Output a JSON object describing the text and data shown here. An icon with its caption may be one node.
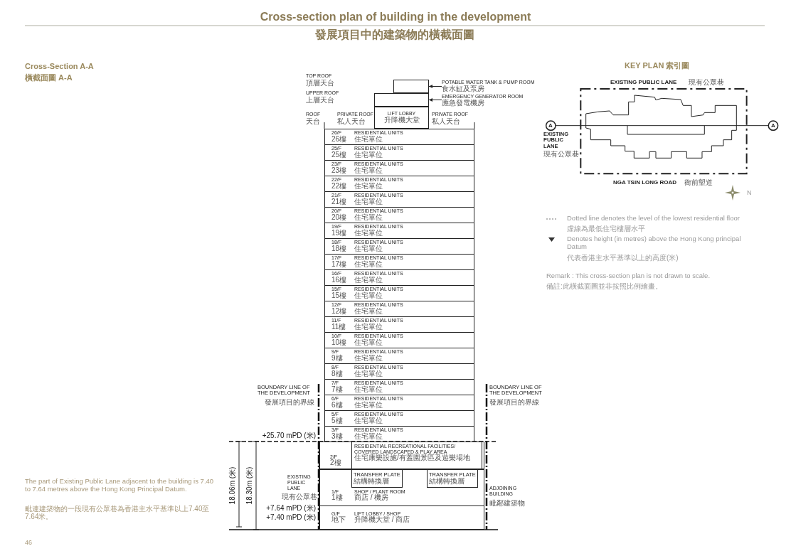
{
  "diagram": {
    "title": "Cross-section plan of building in the development",
    "nodes": [
      {
        "text": [],
        "shape": "box"
      },
      {
        "text": [],
        "shape": "box"
      },
      {
        "text": [
          "LIFT LOBBY",
          "升降機大堂"
        ]
      },
      {
        "text": [
          "POTABLE WATER TANK & PUMP ROOM",
          "食水缸及泵房"
        ]
      },
      {
        "text": [
          "EMERGENCY GENERATOR ROOM",
          "應急發電機房"
        ]
      },
      {
        "text": [
          "26/F",
          "RESIDENTIAL UNITS",
          "26樓",
          "住宅單位"
        ]
      },
      {
        "text": [
          "25/F",
          "RESIDENTIAL UNITS",
          "25樓",
          "住宅單位"
        ]
      },
      {
        "text": [
          "23/F",
          "RESIDENTIAL UNITS",
          "23樓",
          "住宅單位"
        ]
      },
      {
        "text": [
          "22/F",
          "RESIDENTIAL UNITS",
          "22樓",
          "住宅單位"
        ]
      },
      {
        "text": [
          "21/F",
          "RESIDENTIAL UNITS",
          "21樓",
          "住宅單位"
        ]
      },
      {
        "text": [
          "20/F",
          "RESIDENTIAL UNITS",
          "20樓",
          "住宅單位"
        ]
      },
      {
        "text": [
          "19/F",
          "RESIDENTIAL UNITS",
          "19樓",
          "住宅單位"
        ]
      },
      {
        "text": [
          "18/F",
          "RESIDENTIAL UNITS",
          "18樓",
          "住宅單位"
        ]
      },
      {
        "text": [
          "17/F",
          "RESIDENTIAL UNITS",
          "17樓",
          "住宅單位"
        ]
      },
      {
        "text": [
          "16/F",
          "RESIDENTIAL UNITS",
          "16樓",
          "住宅單位"
        ]
      },
      {
        "text": [
          "15/F",
          "RESIDENTIAL UNITS",
          "15樓",
          "住宅單位"
        ]
      },
      {
        "text": [
          "12/F",
          "RESIDENTIAL UNITS",
          "12樓",
          "住宅單位"
        ]
      },
      {
        "text": [
          "11/F",
          "RESIDENTIAL UNITS",
          "11樓",
          "住宅單位"
        ]
      },
      {
        "text": [
          "10/F",
          "RESIDENTIAL UNITS",
          "10樓",
          "住宅單位"
        ]
      },
      {
        "text": [
          "9/F",
          "RESIDENTIAL UNITS",
          "9樓",
          "住宅單位"
        ]
      },
      {
        "text": [
          "8/F",
          "RESIDENTIAL UNITS",
          "8樓",
          "住宅單位"
        ]
      },
      {
        "text": [
          "7/F",
          "RESIDENTIAL UNITS",
          "7樓",
          "住宅單位"
        ]
      },
      {
        "text": [
          "6/F",
          "RESIDENTIAL UNITS",
          "6樓",
          "住宅單位"
        ]
      },
      {
        "text": [
          "5/F",
          "RESIDENTIAL UNITS",
          "5樓",
          "住宅單位"
        ]
      },
      {
        "text": [
          "3/F",
          "RESIDENTIAL UNITS",
          "3樓",
          "住宅單位"
        ]
      },
      {
        "text": [
          "2/F",
          "2樓"
        ]
      },
      {
        "text": [
          "RESIDENTIAL RECREATIONAL FACILITIES/ COVERED LANDSCAPED & PLAY AREA",
          "住宅康樂設施/有蓋園景區及遊樂場地"
        ],
        "in": 25
      },
      {
        "text": [
          "1/F",
          "SHOP / PLANT ROOM",
          "1樓",
          "商店 / 機房"
        ]
      },
      {
        "text": [
          "TRANSFER PLATE",
          "結構轉換層"
        ],
        "in": 27
      },
      {
        "text": [
          "TRANSFER PLATE",
          "結構轉換層"
        ],
        "in": 27
      },
      {
        "text": [
          "G/F",
          "LIFT LOBBY / SHOP",
          "地下",
          "升降機大堂 / 商店"
        ]
      }
    ],
    "edges": [
      {
        "from": 3,
        "to": 0,
        "arrow": "to"
      },
      {
        "from": 4,
        "to": 1,
        "arrow": "to"
      }
    ],
    "labels": [
      "發展項目中的建築物的橫截面圖",
      "Cross-Section A-A",
      "橫截面圖 A-A",
      "TOP ROOF",
      "頂層天台",
      "UPPER ROOF",
      "上層天台",
      "ROOF",
      "天台",
      "PRIVATE ROOF",
      "私人天台",
      "PRIVATE ROOF",
      "私人天台",
      "KEY PLAN",
      "索引圖",
      "EXISTING PUBLIC LANE",
      "現有公眾巷",
      "A",
      "EXISTING PUBLIC LANE",
      "現有公眾巷",
      "A",
      "NGA TSIN LONG ROAD",
      "衙前塱道",
      "N",
      "虛線為最低住宅樓層水平",
      "代表香港主水平基準以上的高度(米)",
      "Remark : This cross-section plan is not drawn to scale.",
      "備註:此橫截面圖並非按照比例繪畫。",
      "BOUNDARY LINE OF THE DEVELOPMENT",
      "發展項目的界線",
      "BOUNDARY LINE OF THE DEVELOPMENT",
      "發展項目的界線",
      "+25.70 mPD (米)",
      "The part of Existing Public Lane adjacent to the building is 7.40 to 7.64 metres above the Hong Kong Principal Datum.",
      "毗連建築物的一段現有公眾巷為香港主水平基準以上7.40至7.64米。",
      "18.06m (米)",
      "18.30m (米)",
      "EXISTING PUBLIC LANE",
      "現有公眾巷",
      "ADJOINING BUILDING",
      "毗鄰建築物",
      "+7.64 mPD (米)",
      "+7.40 mPD (米)",
      "46"
    ],
    "legend": [
      {
        "text": "Dotted line denotes the level of the lowest residential floor"
      },
      {
        "text": "Denotes height (in metres) above the Hong Kong principal Datum"
      }
    ]
  }
}
